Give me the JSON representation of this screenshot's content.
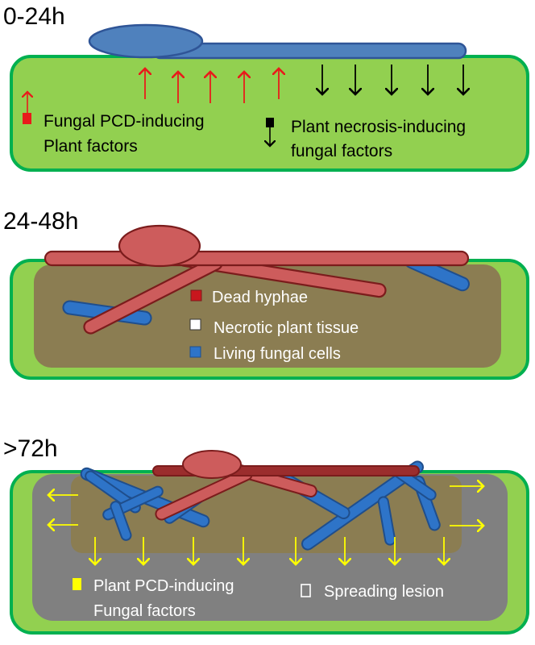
{
  "panel1": {
    "time_label": "0-24h",
    "legend_red": [
      "Fungal PCD-inducing",
      "Plant factors"
    ],
    "legend_black": [
      "Plant necrosis-inducing",
      "fungal factors"
    ]
  },
  "panel2": {
    "time_label": "24-48h",
    "legend": [
      {
        "label": "Dead hyphae",
        "color": "#c8161d"
      },
      {
        "label": "Necrotic plant tissue",
        "color": "#ffffff"
      },
      {
        "label": "Living fungal cells",
        "color": "#2e74c8"
      }
    ]
  },
  "panel3": {
    "time_label": ">72h",
    "legend_yellow": [
      "Plant PCD-inducing",
      "Fungal factors"
    ],
    "legend_lesion": "Spreading lesion"
  },
  "colors": {
    "leaf_fill": "#92d050",
    "leaf_border": "#00b050",
    "fungus_blue": "#4f81bd",
    "fungus_blue_dark": "#2f5597",
    "dead_hyphae": "#cd5c5c",
    "dead_hyphae_border": "#7b1c1c",
    "necrotic": "#8b7d52",
    "lesion_gray": "#808080",
    "red_arrow": "#e81b1b",
    "yellow_arrow": "#ffff00"
  }
}
